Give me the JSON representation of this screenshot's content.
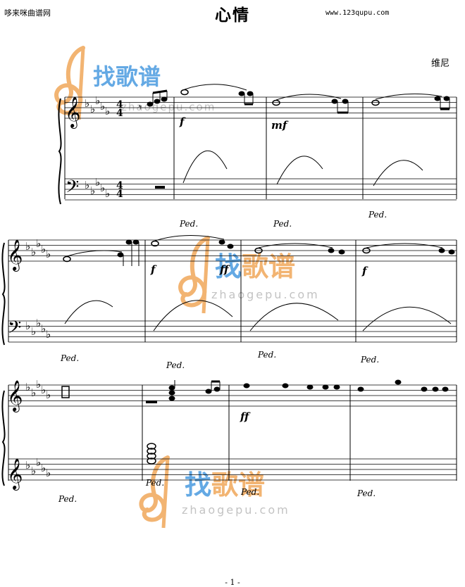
{
  "header": {
    "site_left": "哆来咪曲谱网",
    "title": "心情",
    "site_right": "www.123qupu.com"
  },
  "composer": "维尼",
  "watermark": {
    "brand": "找歌谱",
    "domain": "zhaogepu.com",
    "domain_partial": "zhaogepu.com",
    "color_orange": "#f0a75a",
    "color_blue": "#4a9be0",
    "color_gray": "#b9b9b9"
  },
  "dynamics": {
    "m2": "f",
    "m3": "mf",
    "m6": "f",
    "m7": "ff",
    "m8": "f",
    "m11": "ff"
  },
  "pedal_mark": "Ped.",
  "page_number": "- 1 -",
  "time_signature": {
    "top": "4",
    "bottom": "4"
  }
}
